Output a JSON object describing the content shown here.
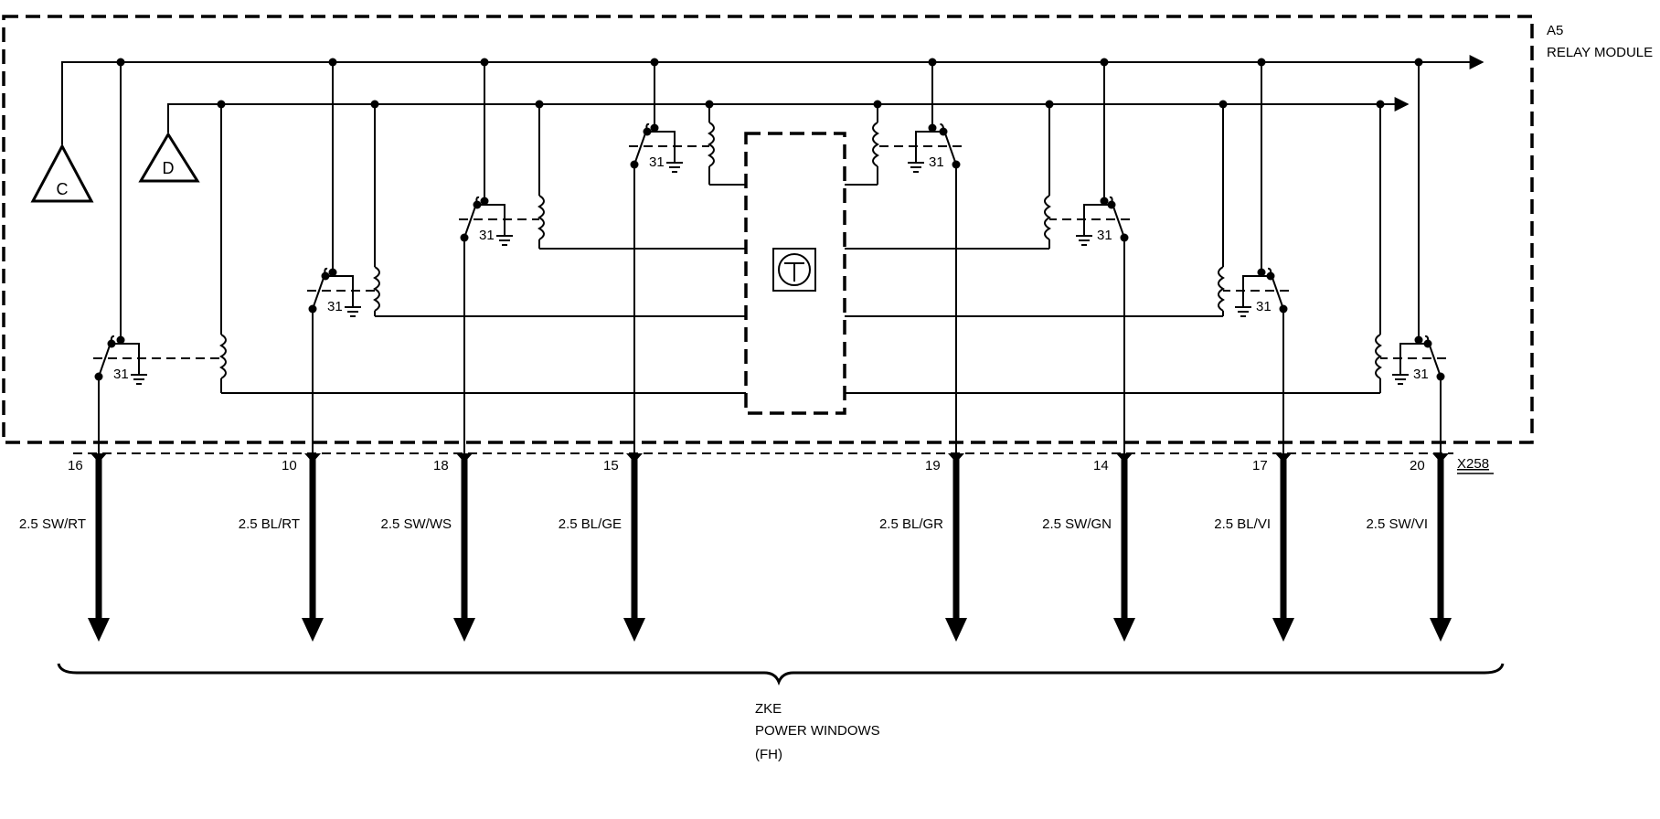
{
  "module": {
    "id": "A5",
    "name": "RELAY MODULE"
  },
  "inputs": [
    {
      "label": "C"
    },
    {
      "label": "D"
    }
  ],
  "ground_label": "31",
  "connector": {
    "id": "X258"
  },
  "relays": [
    {
      "pin": "16",
      "wire": "2.5 SW/RT"
    },
    {
      "pin": "10",
      "wire": "2.5 BL/RT"
    },
    {
      "pin": "18",
      "wire": "2.5 SW/WS"
    },
    {
      "pin": "15",
      "wire": "2.5 BL/GE"
    },
    {
      "pin": "19",
      "wire": "2.5 BL/GR"
    },
    {
      "pin": "14",
      "wire": "2.5 SW/GN"
    },
    {
      "pin": "17",
      "wire": "2.5 BL/VI"
    },
    {
      "pin": "20",
      "wire": "2.5 SW/VI"
    }
  ],
  "destination": {
    "line1": "ZKE",
    "line2": "POWER WINDOWS",
    "line3": "(FH)"
  }
}
